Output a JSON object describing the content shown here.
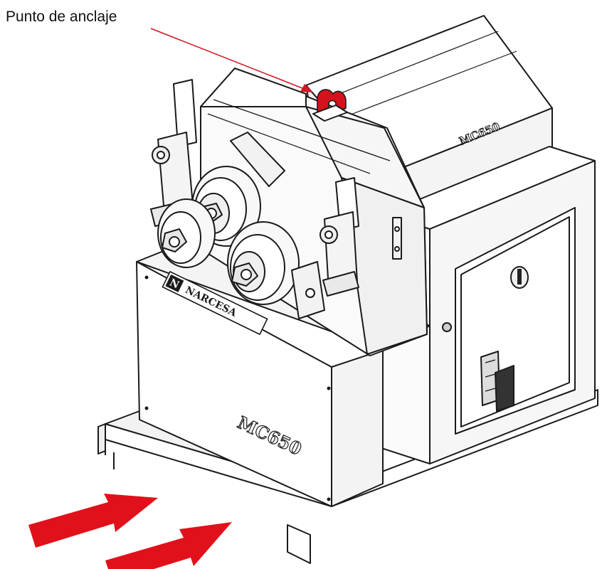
{
  "callout": {
    "label": "Punto de anclaje"
  },
  "machine": {
    "brand_plate": "NARCESA",
    "brand_monogram": "N",
    "model_label_top": "MC650",
    "model_label_front": "MC650"
  },
  "colors": {
    "outline": "#1a1a1a",
    "body": "#ffffff",
    "shade": "#e6e6e6",
    "anchor": "#d4121c",
    "arrow": "#e0111a",
    "leader": "#cf1a24"
  },
  "icons": {
    "anchor": "lifting-eye-icon",
    "direction": "forklift-direction-arrow-icon"
  }
}
